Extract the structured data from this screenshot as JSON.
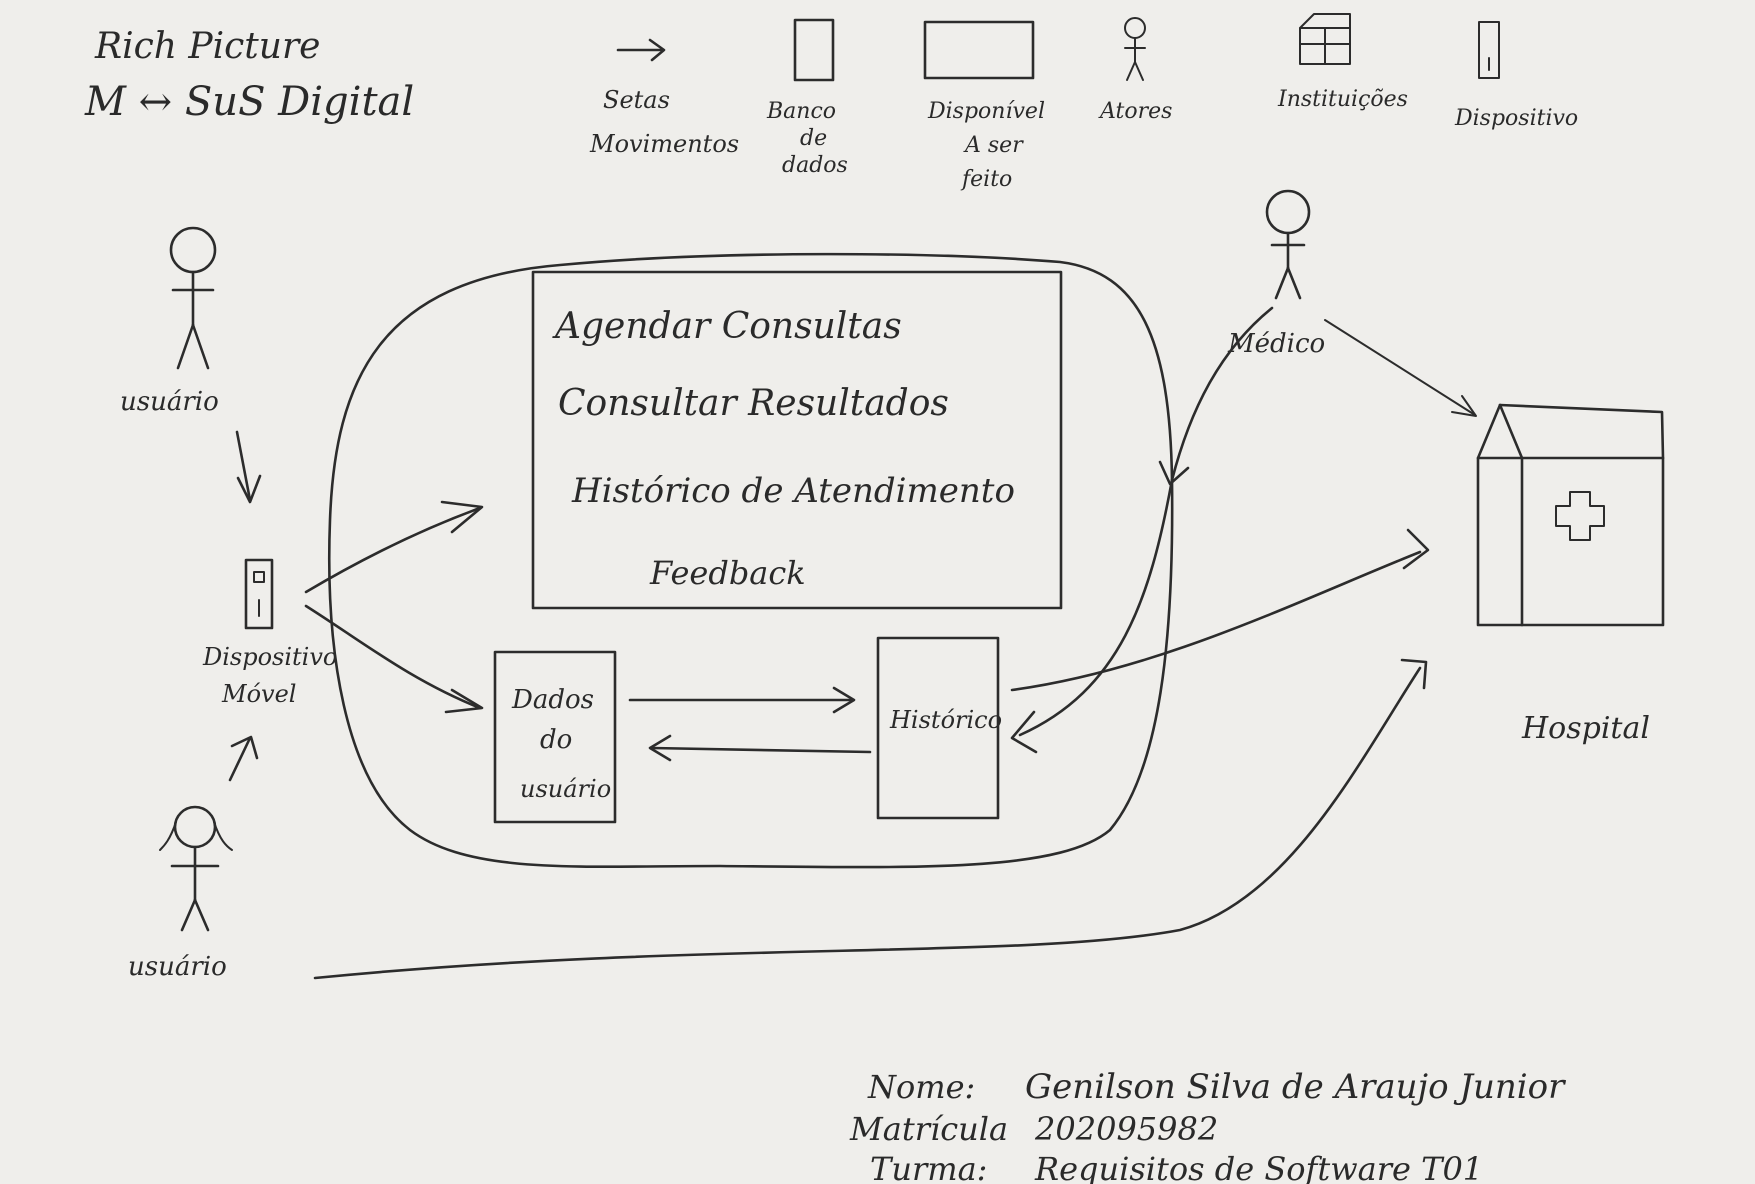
{
  "title": {
    "line1": "Rich Picture",
    "line2": "M ↔ SuS Digital"
  },
  "legend": {
    "arrow_label": [
      "Setas",
      "Movimentos"
    ],
    "database_label": [
      "Banco",
      "de",
      "dados"
    ],
    "process_label": [
      "Disponível",
      "A ser",
      "feito"
    ],
    "actor_label": "Atores",
    "institution_label": "Instituições",
    "device_label": "Dispositivo"
  },
  "actors": {
    "user_top": "usuário",
    "user_bottom": "usuário",
    "doctor": "Médico"
  },
  "device": {
    "label": [
      "Dispositivo",
      "Móvel"
    ]
  },
  "services": {
    "items": [
      "Agendar Consultas",
      "Consultar Resultados",
      "Histórico de Atendimento",
      "Feedback"
    ]
  },
  "databases": {
    "user_data": [
      "Dados",
      "do",
      "usuário"
    ],
    "history": "Histórico"
  },
  "hospital": {
    "label": "Hospital"
  },
  "footer": {
    "name_label": "Nome:",
    "name_value": "Genilson Silva de Araujo Junior",
    "id_label": "Matrícula",
    "id_value": "202095982",
    "class_label": "Turma:",
    "class_value": "Requisitos de Software T01"
  },
  "colors": {
    "paper": "#efeeeb",
    "ink": "#2c2c2c"
  }
}
